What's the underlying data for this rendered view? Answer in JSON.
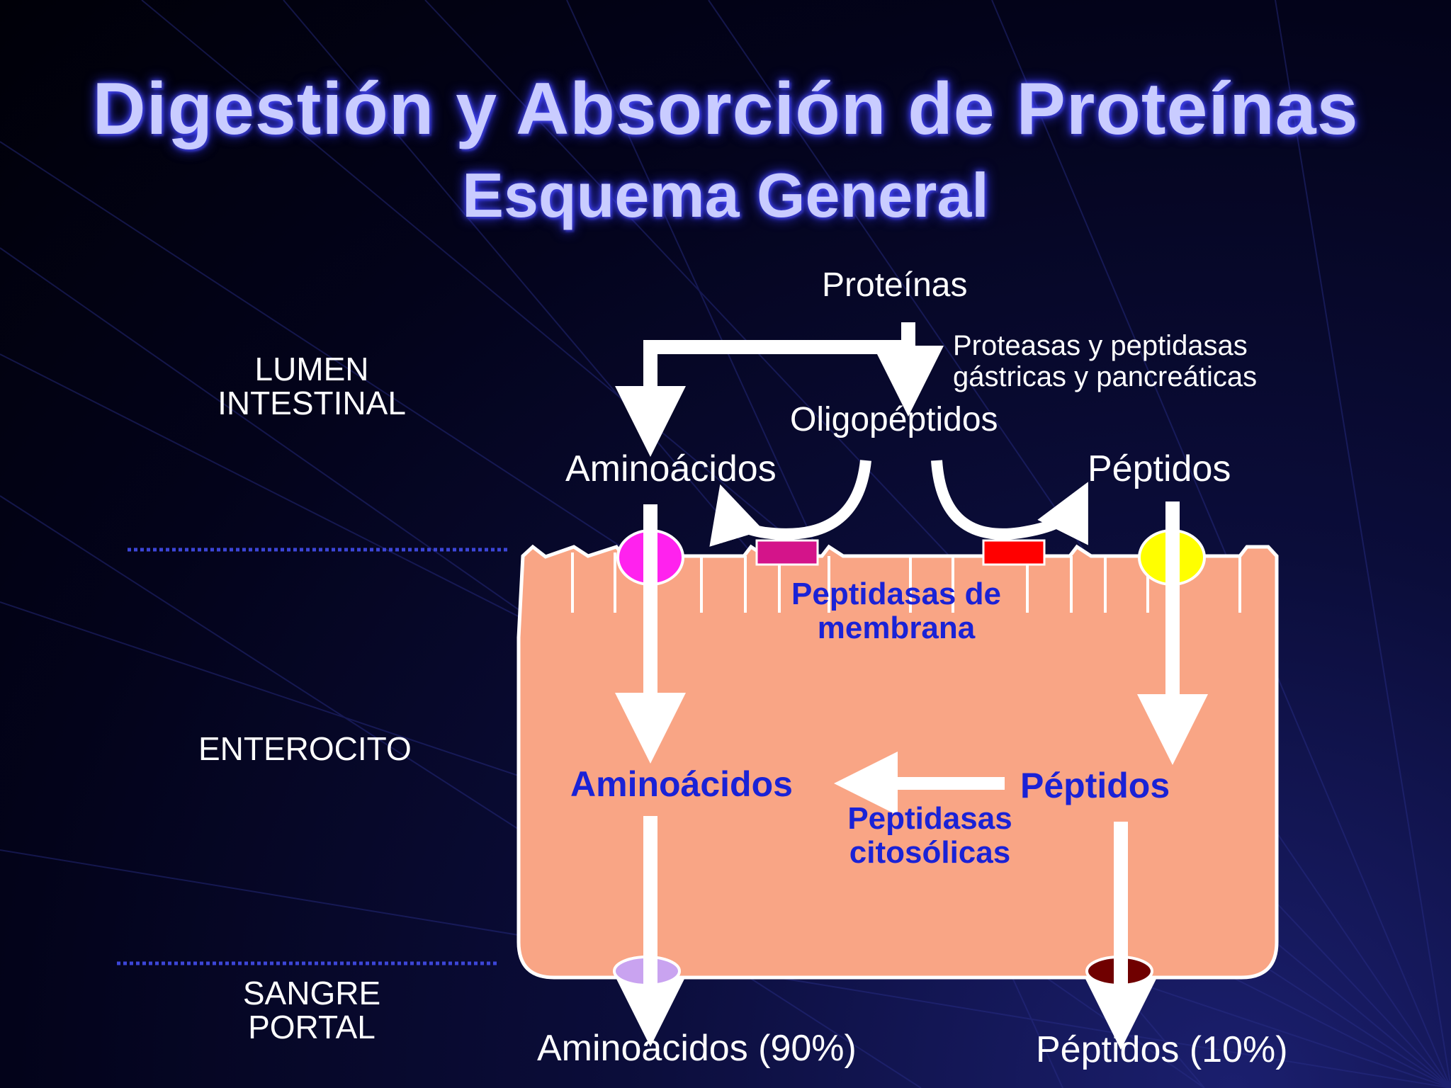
{
  "title": "Digestión y Absorción de Proteínas",
  "subtitle": "Esquema  General",
  "regions": {
    "lumen": "LUMEN INTESTINAL",
    "enterocito": "ENTEROCITO",
    "sangre": "SANGRE PORTAL"
  },
  "lumen": {
    "proteinas": "Proteínas",
    "enzymes": "Proteasas y peptidasas gástricas y pancreáticas",
    "oligopeptidos": "Oligopéptidos",
    "aminoacidos": "Aminoácidos",
    "peptidos": "Péptidos"
  },
  "cell": {
    "membrane_peptidases": "Peptidasas de membrana",
    "aminoacidos": "Aminoácidos",
    "peptidos": "Péptidos",
    "cytosolic_peptidases": "Peptidasas citosólicas"
  },
  "blood": {
    "aminoacidos": "Aminoácidos (90%)",
    "peptidos": "Péptidos (10%)"
  },
  "colors": {
    "cell_fill": "#f9a585",
    "aa_transporter": "#ff22ee",
    "peptide_transporter": "#ffff00",
    "enzyme_magenta": "#d4148a",
    "enzyme_red": "#ff0000",
    "basolateral_aa": "#c9a3f0",
    "basolateral_peptide": "#700000"
  }
}
